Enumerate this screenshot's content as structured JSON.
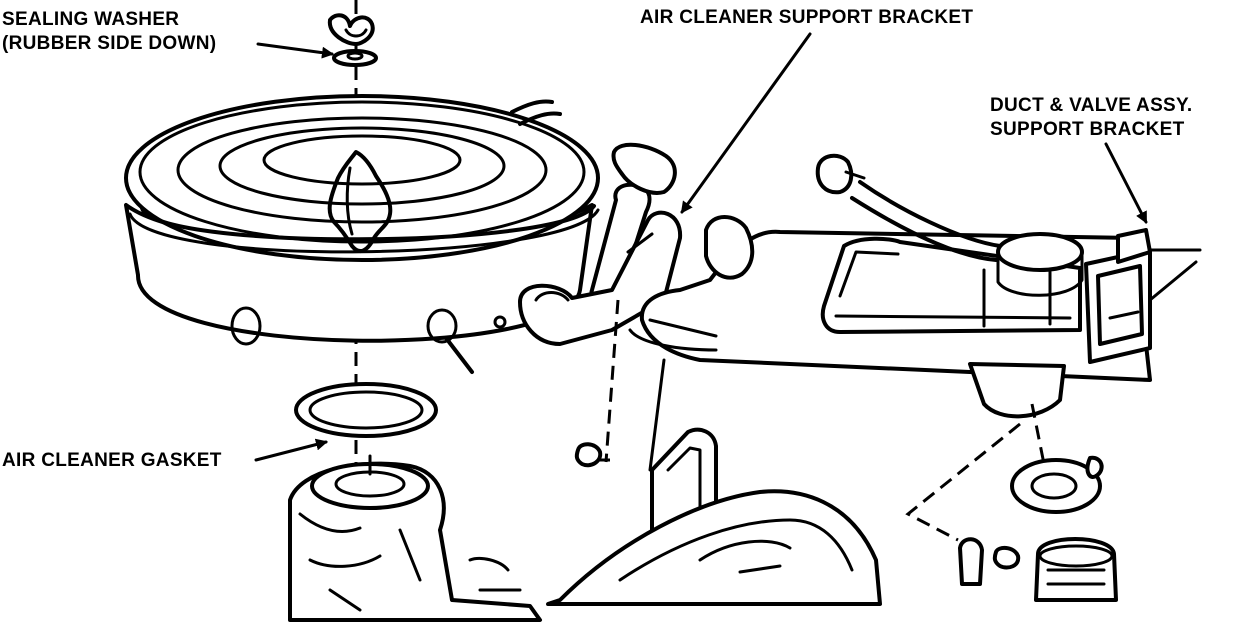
{
  "labels": {
    "sealing_washer": "SEALING WASHER",
    "sealing_washer_note": "(RUBBER SIDE DOWN)",
    "air_cleaner_support_bracket": "AIR CLEANER SUPPORT BRACKET",
    "duct_valve_assy": "DUCT & VALVE ASSY.",
    "duct_valve_support": "SUPPORT BRACKET",
    "air_cleaner_gasket": "AIR CLEANER GASKET"
  },
  "colors": {
    "ink": "#000000",
    "paper": "#ffffff"
  }
}
